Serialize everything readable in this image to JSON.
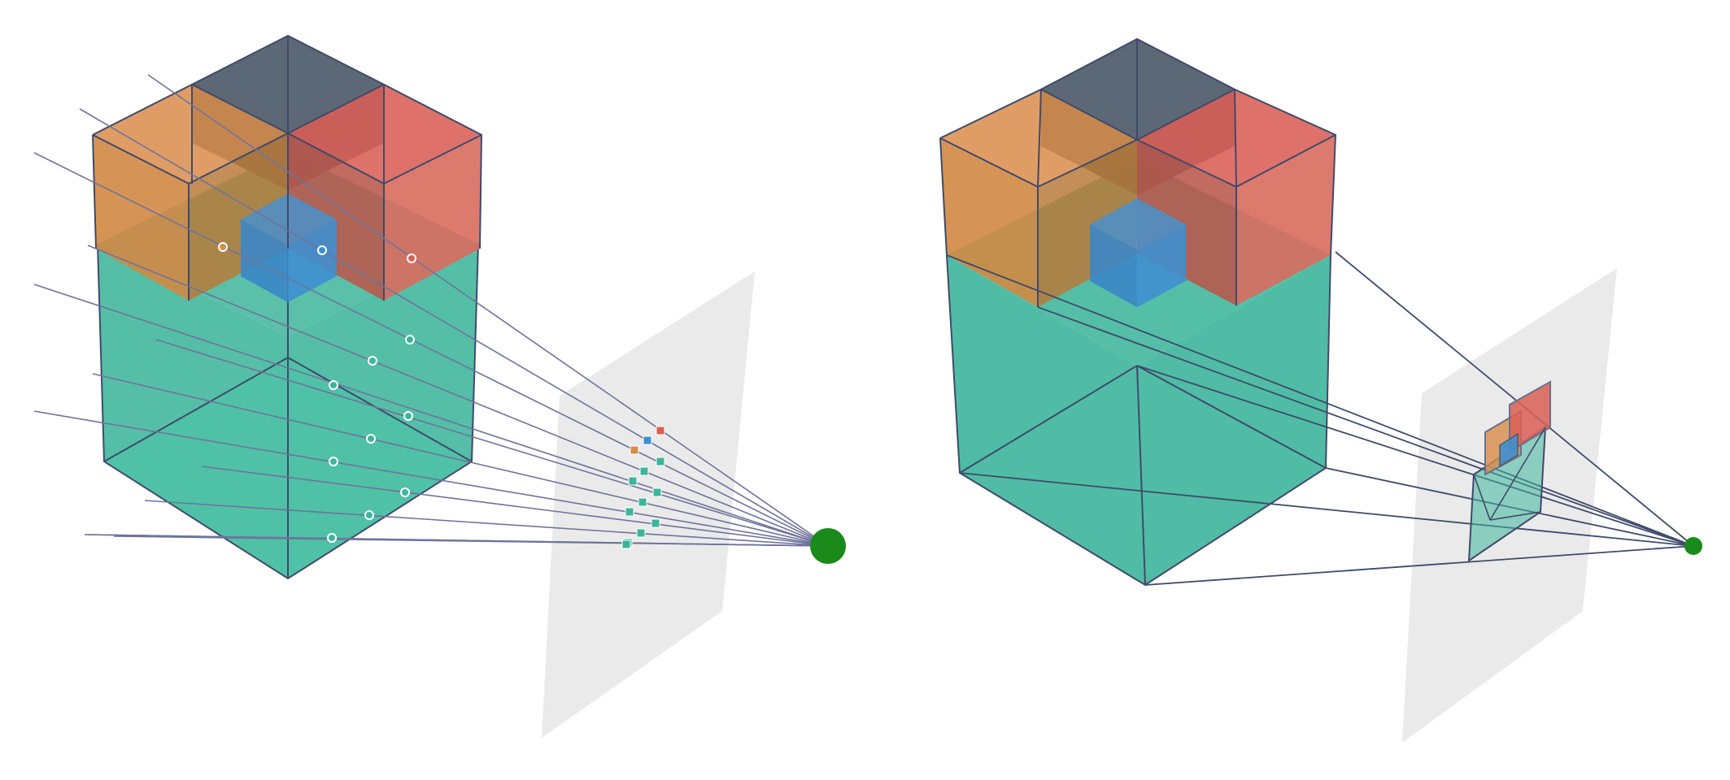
{
  "colors": {
    "background": "#ffffff",
    "teal": "#3db59b",
    "orange": "#d98c4a",
    "red": "#d95f55",
    "slate": "#4f5b6b",
    "blue": "#3f8fd0",
    "edge": "#3f4a6b",
    "ray": "#7478a0",
    "image_plane": "#e6e6e6",
    "camera": "#1a8a1a"
  },
  "panels": [
    {
      "name": "left-panel",
      "view": "ray-sampling",
      "samples_on_plane": 13,
      "sample_points_on_object": 13
    },
    {
      "name": "right-panel",
      "view": "vertex-projection",
      "projected_vertices": 8
    }
  ],
  "icons": [
    "camera-center-dot",
    "image-plane",
    "cube-object"
  ]
}
